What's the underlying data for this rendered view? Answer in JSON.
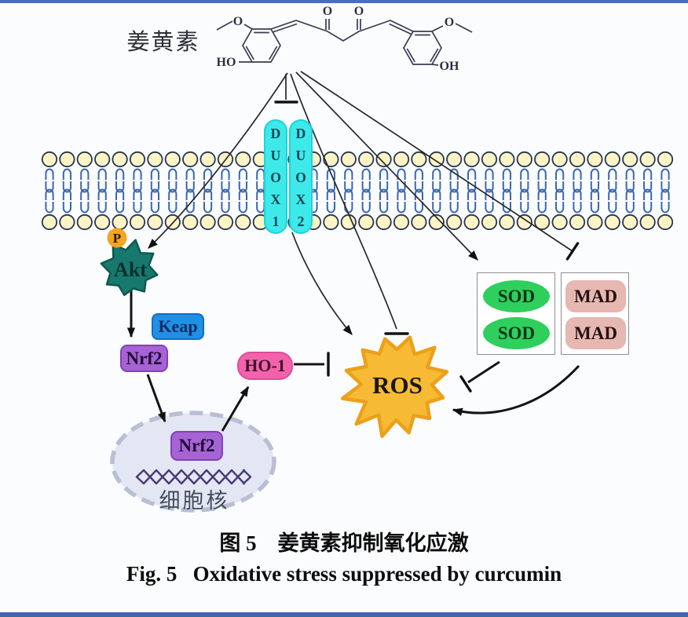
{
  "figure": {
    "curcumin_label": "姜黄素",
    "molecule": {
      "carbonyl_o": "O",
      "methoxy_o": "O",
      "hydroxyl_ho": "HO",
      "hydroxyl_oh": "OH"
    },
    "membrane_channels": {
      "duox1": "D\nU\nO\nX\n1",
      "duox2": "D\nU\nO\nX\n2"
    },
    "signaling": {
      "phospho": "P",
      "akt": "Akt",
      "keap": "Keap",
      "nrf2_cytoplasm": "Nrf2",
      "nrf2_nucleus": "Nrf2",
      "ho1": "HO-1",
      "ros": "ROS",
      "sod": "SOD",
      "mad": "MAD"
    },
    "nucleus_label": "细胞核",
    "caption_zh": "图 5　姜黄素抑制氧化应激",
    "caption_en": "Fig. 5   Oxidative stress suppressed by curcumin",
    "colors": {
      "duox_cyan": "#3de9e9",
      "akt_teal": "#17786e",
      "phospho_orange": "#f4a41f",
      "keap_blue": "#2090e4",
      "nrf2_purple": "#a563d4",
      "ho1_pink": "#f263ac",
      "ros_orange": "#f6ba34",
      "sod_green": "#2ecf5d",
      "mad_pink": "#e7b7b2",
      "membrane_head_yellow": "#fdf5c6",
      "membrane_tail_blue": "#3a67b2",
      "nucleus_fill": "#e2e7f3",
      "frame_blue": "#4a6fba"
    }
  }
}
